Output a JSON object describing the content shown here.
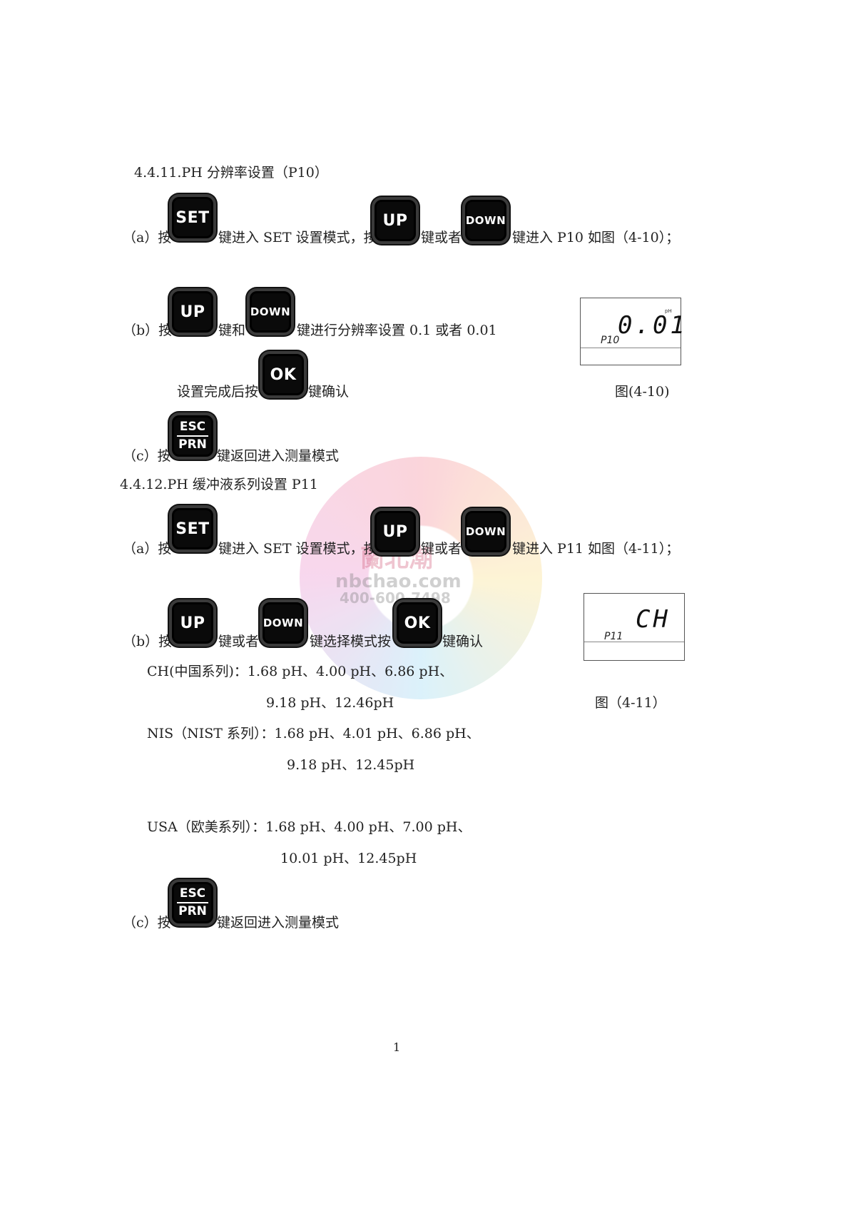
{
  "section1": {
    "heading": "4.4.11.PH 分辨率设置（P10）",
    "step_a": {
      "prefix": "（a）按",
      "text1": "键进入 SET 设置模式，按",
      "text2": "键或者",
      "text3": "键进入 P10 如图（4-10）；"
    },
    "step_b": {
      "prefix": "（b）按",
      "text1": "键和",
      "text2": "键进行分辨率设置 0.1 或者 0.01",
      "line2_prefix": "设置完成后按",
      "line2_suffix": "键确认"
    },
    "step_c": {
      "prefix": "（c）按",
      "text1": "键返回进入测量模式"
    },
    "figure": {
      "display_value": "0.01",
      "unit": "pH",
      "code": "P10",
      "caption": "图(4-10)"
    }
  },
  "section2": {
    "heading": "4.4.12.PH 缓冲液系列设置 P11",
    "step_a": {
      "prefix": "（a）按",
      "text1": "键进入 SET 设置模式，按",
      "text2": "键或者",
      "text3": "键进入 P11 如图（4-11）；"
    },
    "step_b": {
      "prefix": "（b）按",
      "text1": "键或者",
      "text2": "键选择模式按",
      "text3": "键确认"
    },
    "buffers": {
      "ch_line1": "CH(中国系列)：1.68 pH、4.00 pH、6.86 pH、",
      "ch_line2": "9.18 pH、12.46pH",
      "nis_line1": "NIS（NIST 系列）：1.68 pH、4.01 pH、6.86 pH、",
      "nis_line2": "9.18 pH、12.45pH",
      "usa_line1": "USA（欧美系列）：1.68 pH、4.00 pH、7.00 pH、",
      "usa_line2": "10.01 pH、12.45pH"
    },
    "step_c": {
      "prefix": "（c）按",
      "text1": "键返回进入测量模式"
    },
    "figure": {
      "display_value": "CH",
      "code": "P11",
      "caption": "图（4-11）"
    }
  },
  "keys": {
    "set": "SET",
    "up": "UP",
    "down": "DOWN",
    "ok": "OK",
    "esc": "ESC",
    "prn": "PRN"
  },
  "watermark": {
    "brand": "蘭北潮",
    "site": "nbchao.com",
    "phone": "400-600-7498"
  },
  "page_number": "1"
}
